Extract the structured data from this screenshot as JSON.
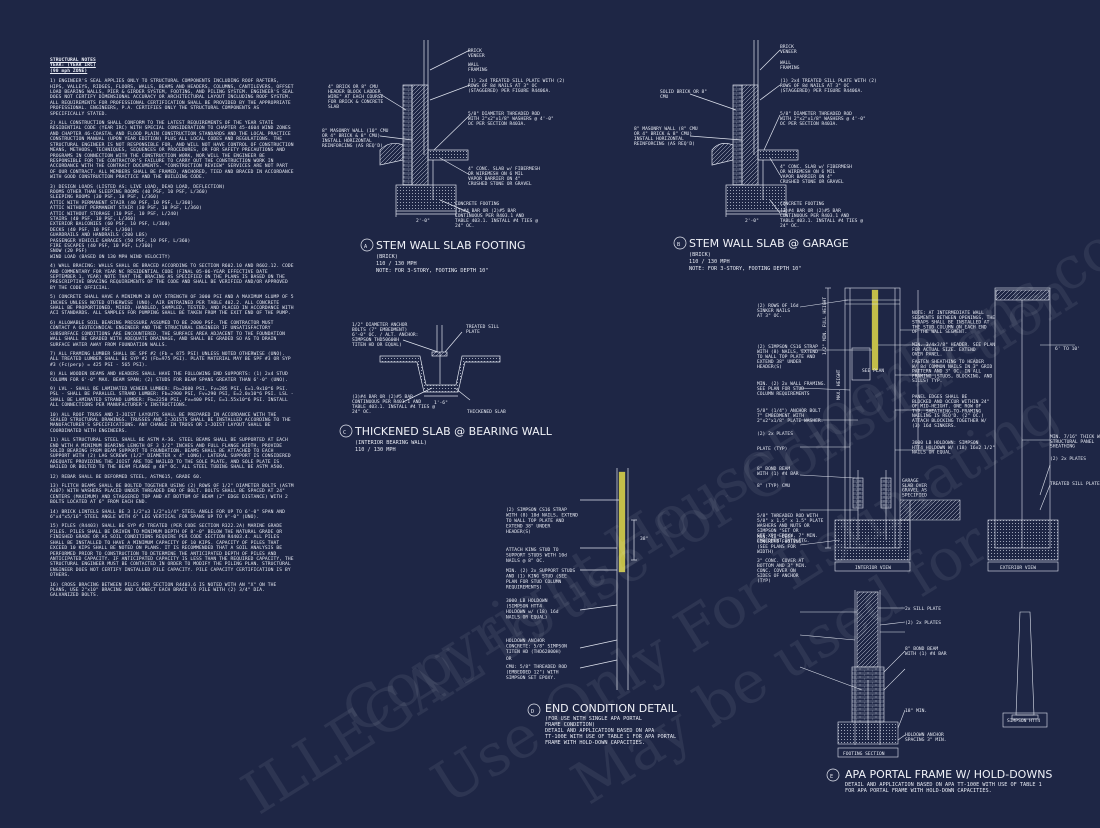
{
  "notes": {
    "header": "STRUCTURAL NOTES",
    "sub1": "YEAR: (YEAR IRC)",
    "sub2": "(90 mph ZONE)",
    "items": [
      "1) ENGINEER'S SEAL APPLIES ONLY TO STRUCTURAL COMPONENTS INCLUDING ROOF RAFTERS, HIPS, VALLEYS, RIDGES, FLOORS, WALLS, BEAMS AND HEADERS, COLUMNS, CANTILEVERS, OFFSET LOAD BEARING WALLS, PIER & GIRDER SYSTEM, FOOTING, AND PILING SYSTEM. ENGINEER'S SEAL DOES NOT CERTIFY DIMENSIONAL ACCURACY OR ARCHITECTURAL LAYOUT INCLUDING ROOF SYSTEM. ALL REQUIREMENTS FOR PROFESSIONAL CERTIFICATION SHALL BE PROVIDED BY THE APPROPRIATE PROFESSIONAL. ENGINEERS, P.A. CERTIFIES ONLY THE STRUCTURAL COMPONENTS AS SPECIFICALLY STATED.",
      "2) ALL CONSTRUCTION SHALL CONFORM TO THE LATEST REQUIREMENTS OF THE YEAR STATE RESIDENTIAL CODE (YEAR IRC) WITH SPECIAL CONSIDERATION TO CHAPTER 45-4604 WIND ZONES AND CHAPTER 46-COASTAL AND FLOOD PLAIN CONSTRUCTION STANDARDS AND THE LOCAL PRACTICE CONSTRUCTION MANUAL (UPON YEAR EDITION) PLUS ALL LOCAL CODES AND REGULATIONS. THE STRUCTURAL ENGINEER IS NOT RESPONSIBLE FOR, AND WILL NOT HAVE CONTROL OF CONSTRUCTION MEANS, METHODS, TECHNIQUES, SEQUENCES OR PROCEDURES, OR FOR SAFETY PRECAUTIONS AND PROGRAMS IN CONNECTION WITH THE CONSTRUCTION WORK, NOR WILL THE ENGINEER BE RESPONSIBLE FOR THE CONTRACTOR'S FAILURE TO CARRY OUT THE CONSTRUCTION WORK IN ACCORDANCE WITH THE CONTRACT DOCUMENTS. \"CONSTRUCTION REVIEW\" SERVICES ARE NOT PART OF OUR CONTRACT. ALL MEMBERS SHALL BE FRAMED, ANCHORED, TIED AND BRACED IN ACCORDANCE WITH GOOD CONSTRUCTION PRACTICE AND THE BUILDING CODE.",
      "3) DESIGN LOADS (LISTED AS: LIVE LOAD, DEAD LOAD, DEFLECTION)\nROOMS OTHER THAN SLEEPING ROOMS (40 PSF, 10 PSF, L/360)\nSLEEPING ROOMS (30 PSF, 10 PSF, L/360)\nATTIC WITH PERMANENT STAIR (40 PSF, 10 PSF, L/360)\nATTIC WITHOUT PERMANENT STAIR (30 PSF, 10 PSF, L/360)\nATTIC WITHOUT STORAGE (10 PSF, 10 PSF, L/240)\nSTAIRS (40 PSF, 10 PSF, L/360)\nEXTERIOR BALCONIES (60 PSF, 10 PSF, L/360)\nDECKS (40 PSF, 10 PSF, L/360)\nGUARDRAILS AND HANDRAILS (200 LBS)\nPASSENGER VEHICLE GARAGES (50 PSF, 10 PSF, L/360)\nFIRE ESCAPES (40 PSF, 10 PSF, L/360)\nSNOW (20 PSF)\nWIND LOAD (BASED ON 130 MPH WIND VELOCITY)",
      "4) WALL BRACING: WALLS SHALL BE BRACED ACCORDING TO SECTION R602.10 AND R602.12. CODE AND COMMENTARY FOR YEAR NC RESIDENTIAL CODE (FINAL 05-06-YEAR EFFECTIVE DATE SEPTEMBER 1, YEAR) NOTE THAT THE BRACING AS SPECIFIED ON THE PLANS IS BASED ON THE PRESCRIPTIVE BRACING REQUIREMENTS OF THE CODE AND SHALL BE VERIFIED AND/OR APPROVED BY THE CODE OFFICIAL.",
      "5) CONCRETE SHALL HAVE A MINIMUM 28 DAY STRENGTH OF 3000 PSI AND A MAXIMUM SLUMP OF 5 INCHES UNLESS NOTED OTHERWISE (UNO). AIR ENTRAINED PER TABLE 402.2. ALL CONCRETE SHALL BE PROPORTIONED, MIXED, HANDLED, SAMPLED, TESTED, AND PLACED IN ACCORDANCE WITH ACI STANDARDS. ALL SAMPLES FOR PUMPING SHALL BE TAKEN FROM THE EXIT END OF THE PUMP.",
      "6) ALLOWABLE SOIL BEARING PRESSURE ASSUMED TO BE 2000 PSF. THE CONTRACTOR MUST CONTACT A GEOTECHNICAL ENGINEER AND THE STRUCTURAL ENGINEER IF UNSATISFACTORY SUBSURFACE CONDITIONS ARE ENCOUNTERED. THE SURFACE AREA ADJACENT TO THE FOUNDATION WALL SHALL BE GRADED WITH ADEQUATE DRAINAGE, AND SHALL BE GRADED SO AS TO DRAIN SURFACE WATER AWAY FROM FOUNDATION WALLS.",
      "7) ALL FRAMING LUMBER SHALL BE SPF #2 (Fb = 875 PSI) UNLESS NOTED OTHERWISE (UNO). ALL TREATED LUMBER SHALL BE SYP #2 (Fb=975 PSI). PLATE MATERIAL MAY BE SPF #3 OR SYP #3 (Fc(perp) = 425 PSI - 565 PSI).",
      "8) ALL WOODEN BEAMS AND HEADERS SHALL HAVE THE FOLLOWING END SUPPORTS: (1) 2x4 STUD COLUMN FOR 6'-0\" MAX. BEAM SPAN; (2) STUDS FOR BEAM SPANS GREATER THAN 6'-0\" (UNO).",
      "9) LVL - SHALL BE LAMINATED VENEER LUMBER: Fb=2600 PSI, Fv=285 PSI, E=1.9x10^6 PSI. PSL - SHALL BE PARALLEL STRAND LUMBER: Fb=2900 PSI, Fv=290 PSI, E=2.0x10^6 PSI. LSL - SHALL BE LAMINATED STRAND LUMBER: Fb=2250 PSI, Fv=400 PSI, E=1.55x10^6 PSI. INSTALL ALL CONNECTIONS PER MANUFACTURER'S INSTRUCTIONS.",
      "10) ALL ROOF TRUSS AND I-JOIST LAYOUTS SHALL BE PREPARED IN ACCORDANCE WITH THE SEALED STRUCTURAL DRAWINGS. TRUSSES AND I-JOISTS SHALL BE INSTALLED ACCORDING TO THE MANUFACTURER'S SPECIFICATIONS. ANY CHANGE IN TRUSS OR I-JOIST LAYOUT SHALL BE COORDINATED WITH ENGINEERS.",
      "11) ALL STRUCTURAL STEEL SHALL BE ASTM A-36. STEEL BEAMS SHALL BE SUPPORTED AT EACH END WITH A MINIMUM BEARING LENGTH OF 3 1/2\" INCHES AND FULL FLANGE WIDTH. PROVIDE SOLID BEARING FROM BEAM SUPPORT TO FOUNDATION. BEAMS SHALL BE ATTACHED TO EACH SUPPORT WITH (2) LAG SCREWS (1/2\" DIAMETER x 4\" LONG). LATERAL SUPPORT IS CONSIDERED ADEQUATE PROVIDING THE JOIST ARE TOE NAILED TO THE SOLE PLATE, AND SOLE PLATE IS NAILED OR BOLTED TO THE BEAM FLANGE @ 48\" OC. ALL STEEL TUBING SHALL BE ASTM A500.",
      "12) REBAR SHALL BE DEFORMED STEEL, ASTM615, GRADE 60.",
      "13) FLITCH BEAMS SHALL BE BOLTED TOGETHER USING (2) ROWS OF 1/2\" DIAMETER BOLTS (ASTM A307) WITH WASHERS PLACED UNDER THREADED END OF BOLT. BOLTS SHALL BE SPACED AT 24\" CENTERS (MAXIMUM) AND STAGGERED TOP AND AT BOTTOM OF BEAM (2\" EDGE DISTANCE) WITH 2 BOLTS LOCATED AT 6\" FROM EACH END.",
      "14) BRICK LINTELS SHALL BE 3 1/2\"x3 1/2\"x1/4\" STEEL ANGLE FOR UP TO 6'-0\" SPAN AND 6\"x4\"x5/16\" STEEL ANGLE WITH 6\" LEG VERTICAL FOR SPANS UP TO 9'-0\" (UNO).",
      "15) PILES (R4403) SHALL BE SYP #2 TREATED (PER CODE SECTION R322.2A) MARINE GRADE PILES. PILES SHALL BE DRIVEN TO MINIMUM DEPTH OF 8'-0\" BELOW THE NATURAL GRADE OR FINISHED GRADE OR AS SOIL CONDITIONS REQUIRE PER CODE SECTION R4403.4. ALL PILES SHALL BE INSTALLED TO HAVE A MINIMUM CAPACITY OF 10 KIPS. CAPACITY OF PILES THAT EXCEED 10 KIPS SHALL BE NOTED ON PLANS. IT IS RECOMMENDED THAT A SOIL ANALYSIS BE PERFORMED PRIOR TO CONSTRUCTION TO DETERMINE THE ANTICIPATED DEPTH OF PILES AND ANTICIPATED CAPACITY. IF ANTICIPATED CAPACITY IS LESS THAN THE REQUIRED CAPACITY, THE STRUCTURAL ENGINEER MUST BE CONTACTED IN ORDER TO MODIFY THE PILING PLAN. STRUCTURAL ENGINEER DOES NOT CERTIFY INSTALLED PILE CAPACITY. PILE CAPACITY CERTIFICATION IS BY OTHERS.",
      "16) CROSS BRACING BETWEEN PILES PER SECTION R4403.6 IS NOTED WITH AN \"X\" ON THE PLANS, USE 2\"x10\" BRACING AND CONNECT EACH BRACE TO PILE WITH (2) 3/4\" DIA. GALVANIZED BOLTS."
    ]
  },
  "detailA": {
    "letter": "A",
    "title": "STEM WALL SLAB FOOTING",
    "l1": "(BRICK)",
    "l2": "110 / 130 MPH",
    "l3": "NOTE: FOR 3-STORY, FOOTING DEPTH 10\"",
    "labels": [
      "BRICK",
      "VENEER",
      "WALL",
      "FRAMING",
      "4\" BRICK OR 8\" CMU",
      "HEADER BLOCK LADDER",
      "WIRE\" AT EACH COURSE",
      "FOR BRICK & CONCRETE",
      "SLAB",
      "(1) 2x4 TREATED SILL PLATE WITH (2)",
      "ROWS OF 8d NAILS AT 3\" OC",
      "(STAGGERED) PER FIGURE R4406A.",
      "5/8\" DIAMETER THREADED ROD",
      "WITH 2\"x2\"x1/8\" WASHERS @ 4'-0\"",
      "OC PER SECTION R403A.",
      "8\" MASONRY WALL (10\" CMU",
      "OR 4\" BRICK & 8\" CMU)",
      "INSTALL HORIZONTAL",
      "REINFORCING (AS REQ'D)",
      "4\" CONC. SLAB w/ FIBERMESH",
      "OR WIREMESH ON 6 MIL",
      "VAPOR BARRIER ON 4\"",
      "CRUSHED STONE OR GRAVEL",
      "CONCRETE FOOTING",
      "(3)#4 BAR OR (2)#5 BAR",
      "CONTINUOUS PER R403.1 AND",
      "TABLE 403.1. INSTALL #4 TIES @",
      "24\" OC.",
      "2'-0\""
    ]
  },
  "detailB": {
    "letter": "B",
    "title": "STEM WALL SLAB @ GARAGE",
    "l1": "(BRICK)",
    "l2": "110 / 130 MPH",
    "l3": "NOTE: FOR 3-STORY, FOOTING DEPTH 10\"",
    "labels": [
      "BRICK",
      "VENEER",
      "WALL",
      "FRAMING",
      "SOLID BRICK OR 8\"",
      "CMU",
      "(1) 2x4 TREATED SILL PLATE WITH (2)",
      "ROWS OF 8d NAILS AT 3\" OC",
      "(STAGGERED) PER FIGURE R4406A.",
      "5/8\" DIAMETER THREADED ROD",
      "WITH 2\"x2\"x1/8\" WASHERS @ 4'-0\"",
      "OC PER SECTION R403A.",
      "8\" MASONRY WALL (8\" CMU",
      "OR 4\" BRICK & 8\" CMU)",
      "INSTALL HORIZONTAL",
      "REINFORCING (AS REQ'D)",
      "4\" CONC. SLAB w/ FIBERMESH",
      "OR WIREMESH ON 6 MIL",
      "VAPOR BARRIER ON 4\"",
      "CRUSHED STONE OR GRAVEL",
      "CONCRETE FOOTING",
      "(3)#4 BAR OR (2)#5 BAR",
      "CONTINUOUS PER R403.1 AND",
      "TABLE 403.1. INSTALL #4 TIES @",
      "24\" OC.",
      "2'-0\""
    ]
  },
  "detailC": {
    "letter": "C",
    "title": "THICKENED SLAB @ BEARING WALL",
    "l1": "(INTERIOR BEARING WALL)",
    "l2": "110 / 130 MPH",
    "labels": [
      "1/2\" DIAMETER ANCHOR",
      "BOLTS (7\" EMBEDMENT)",
      "6'-0\" OC. / ALT. ANCHOR:",
      "SIMPSON THD50600H",
      "TITEN HD OR EQUAL)",
      "TREATED SILL",
      "PLATE",
      "(3)#4 BAR OR (2)#5 BAR",
      "CONTINUOUS PER R403.1 AND",
      "TABLE 403.1. INSTALL #4 TIES @",
      "24\" OC.",
      "THICKENED SLAB",
      "1'-6\""
    ]
  },
  "detailD": {
    "letter": "D",
    "title": "END CONDITION DETAIL",
    "l1": "(FOR USE WITH SINGLE APA PORTAL",
    "l2": "FRAME CONDITION)",
    "l3": "DETAIL AND APPLICATION BASED ON APA",
    "l4": "TT-100E WITH USE OF TABLE 1 FOR APA PORTAL",
    "l5": "FRAME WITH HOLD-DOWN CAPACITIES.",
    "labels": [
      "(2) SIMPSON CS16 STRAP",
      "WITH (8) 10d NAILS, EXTEND",
      "TO WALL TOP PLATE AND",
      "EXTEND 38\" UNDER",
      "HEADER(S)",
      "ATTACH KING STUD TO",
      "SUPPORT STUDS WITH 10d",
      "NAILS @ 8\" OC.",
      "MIN. (2) 2x SUPPORT STUDS",
      "AND (1) KING STUD (SEE",
      "PLAN FOR STUD COLUMN",
      "REQUIREMENTS)",
      "3000 LB HOLDOWN",
      "(SIMPSON HTT4",
      "HOLDOWN w/ (18) 16d",
      "NAILS OR EQUAL)",
      "HOLDOWN ANCHOR",
      "CONCRETE: 5/8\" SIMPSON",
      "TITEN HD (THD62800H)",
      "OR",
      "CMU: 5/8\" THREADED ROD",
      "(EMBEDDED 12\") WITH",
      "SIMPSON SET EPOXY.",
      "38\""
    ]
  },
  "detailE": {
    "letter": "E",
    "title": "APA PORTAL FRAME W/ HOLD-DOWNS",
    "l1": "DETAIL AND APPLICATION BASED ON APA TT-100E WITH USE OF TABLE 1",
    "l2": "FOR APA PORTAL FRAME WITH HOLD-DOWN CAPACITIES.",
    "interior_view": "INTERIOR VIEW",
    "exterior_view": "EXTERIOR VIEW",
    "footing_section": "FOOTING SECTION",
    "simpson": "SIMPSON HTT4",
    "labels_left": [
      "(2) ROWS OF 16d",
      "SINKER NAILS",
      "AT 3\" OC.",
      "(2) SIMPSON CS16 STRAP",
      "WITH (8) NAILS, EXTEND",
      "TO WALL TOP PLATE AND",
      "EXTEND 38\" UNDER",
      "HEADER(S)",
      "MIN. (2) 2x WALL FRAMING.",
      "SEE PLAN FOR STUD",
      "COLUMN REQUIREMENTS",
      "5/8\" (1/4\") ANCHOR BOLT",
      "7\" EMBEDMENT WITH",
      "2\"x2\"x1/8\" PLATE WASHER.",
      "(2) 2x PLATES",
      "PLATE (TYP)",
      "8\" BOND BEAM",
      "WITH (1) #4 BAR",
      "8\" (TYP) CMU",
      "5/8\" THREADED ROD WITH",
      "5/8\" x 1.5\" x 1.5\" PLATE",
      "WASHERS AND NUTS OR",
      "SIMPSON \"SET OR",
      "SET-XP\" EPOXY, 7\" MIN.",
      "EMBEDMENT INTO FTG.",
      "MIN. 18\" DEEP",
      "CONCRETE FOOTING",
      "(SEE PLANS FOR",
      "WIDTH)",
      "3\" CONC. COVER AT",
      "BOTTOM AND 3\" MIN.",
      "CONC. COVER ON",
      "SIDES OF ANCHOR",
      "(TYP)"
    ],
    "labels_right": [
      "NOTE: AT INTERMEDIATE WALL",
      "SEGMENTS BETWEEN OPENINGS, THE",
      "STRAPS SHALL BE INSTALLED AT",
      "THE STUD COLUMN ON EACH END",
      "OF THE WALL SEGMENT.",
      "MIN. 3/4x3/8\" HEADER. SEE PLAN",
      "FOR ACTUAL SIZE. EXTEND",
      "OVER PANEL.",
      "FASTEN SHEATHING TO HEADER",
      "W/ 8d COMMON NAILS IN 3\" GRID",
      "PATTERN AND 3\" OC. IN ALL",
      "FRAMING (STUDS, BLOCKING, AND",
      "SILLS) TYP.",
      "PANEL EDGES SHALL BE",
      "BLOCKED AND OCCUR WITHIN 24\"",
      "OF MID-HEIGHT. ONE ROW OF",
      "TYP. SHEATHING-TO-FRAMING",
      "NAILING IS REQ'D. (2\" OC.)",
      "ATTACH BLOCKING TOGETHER W/",
      "(3) 16d SINKERS.",
      "3000 LB HOLDOWN: SIMPSON",
      "HTT4 HOLDOWN W/ (18) 16x2 1/2\"",
      "NAILS OR EQUAL",
      "GARAGE",
      "SLAB OVER",
      "GRAVEL AS",
      "SPECIFIED",
      "MIN. 7/16\" THICK WOOD",
      "STRUCTURAL PANEL",
      "SHEATHING",
      "(2) 2x PLATES",
      "TREATED SILL PLATE",
      "6' TO 10'",
      "SEE PLAN",
      "1/2\" MIN. FULL HEIGHT",
      "MAX. HEIGHT",
      "2x SILL PLATE",
      "(2) 2x PLATES",
      "8\" BOND BEAM",
      "WITH (1) #4 BAR",
      "18\" MIN.",
      "HOLDOWN ANCHOR",
      "SPACING 3\" MIN."
    ]
  },
  "watermark": {
    "lines": [
      "ILLEGAL to use for Construction",
      "Use Only For Estimating",
      "May be used for",
      "Copyright HouseFloorPlans.com"
    ]
  }
}
